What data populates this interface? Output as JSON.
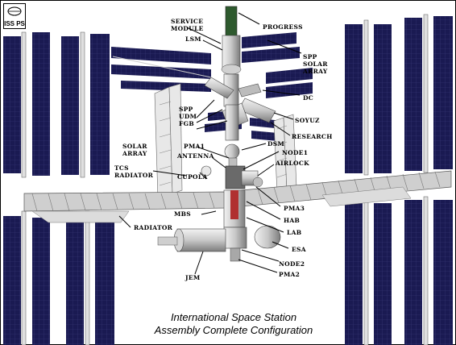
{
  "logo": {
    "text": "ISS PS"
  },
  "caption": {
    "line1": "International Space Station",
    "line2": "Assembly Complete Configuration"
  },
  "labels": [
    {
      "id": "service-module",
      "lines": [
        "SERVICE",
        "MODULE"
      ]
    },
    {
      "id": "lsm",
      "lines": [
        "LSM"
      ]
    },
    {
      "id": "progress",
      "lines": [
        "PROGRESS"
      ]
    },
    {
      "id": "spp-solar-array",
      "lines": [
        "SPP",
        "SOLAR",
        "ARRAY"
      ]
    },
    {
      "id": "dc",
      "lines": [
        "DC"
      ]
    },
    {
      "id": "spp-udm-fgb",
      "lines": [
        "SPP",
        "UDM",
        "FGB"
      ]
    },
    {
      "id": "soyuz",
      "lines": [
        "SOYUZ"
      ]
    },
    {
      "id": "research",
      "lines": [
        "RESEARCH"
      ]
    },
    {
      "id": "dsm",
      "lines": [
        "DSM"
      ]
    },
    {
      "id": "solar-array",
      "lines": [
        "SOLAR",
        "ARRAY"
      ]
    },
    {
      "id": "pma1",
      "lines": [
        "PMA1"
      ]
    },
    {
      "id": "node1",
      "lines": [
        "NODE1"
      ]
    },
    {
      "id": "antenna",
      "lines": [
        "ANTENNA"
      ]
    },
    {
      "id": "airlock",
      "lines": [
        "AIRLOCK"
      ]
    },
    {
      "id": "tcs-radiator",
      "lines": [
        "TCS",
        "RADIATOR"
      ]
    },
    {
      "id": "cupola",
      "lines": [
        "CUPOLA"
      ]
    },
    {
      "id": "pma3",
      "lines": [
        "PMA3"
      ]
    },
    {
      "id": "hab",
      "lines": [
        "HAB"
      ]
    },
    {
      "id": "mbs",
      "lines": [
        "MBS"
      ]
    },
    {
      "id": "lab",
      "lines": [
        "LAB"
      ]
    },
    {
      "id": "radiator",
      "lines": [
        "RADIATOR"
      ]
    },
    {
      "id": "esa",
      "lines": [
        "ESA"
      ]
    },
    {
      "id": "jem",
      "lines": [
        "JEM"
      ]
    },
    {
      "id": "node2",
      "lines": [
        "NODE2"
      ]
    },
    {
      "id": "pma2",
      "lines": [
        "PMA2"
      ]
    }
  ],
  "colors": {
    "solar_panel": "#1a1a52",
    "panel_grid": "#4a4a8a",
    "truss": "#cfcfcf",
    "module": "#d9d9d9",
    "module_dark": "#7a7a7a",
    "accent_green": "#2e5a2e",
    "accent_red": "#b03030"
  }
}
